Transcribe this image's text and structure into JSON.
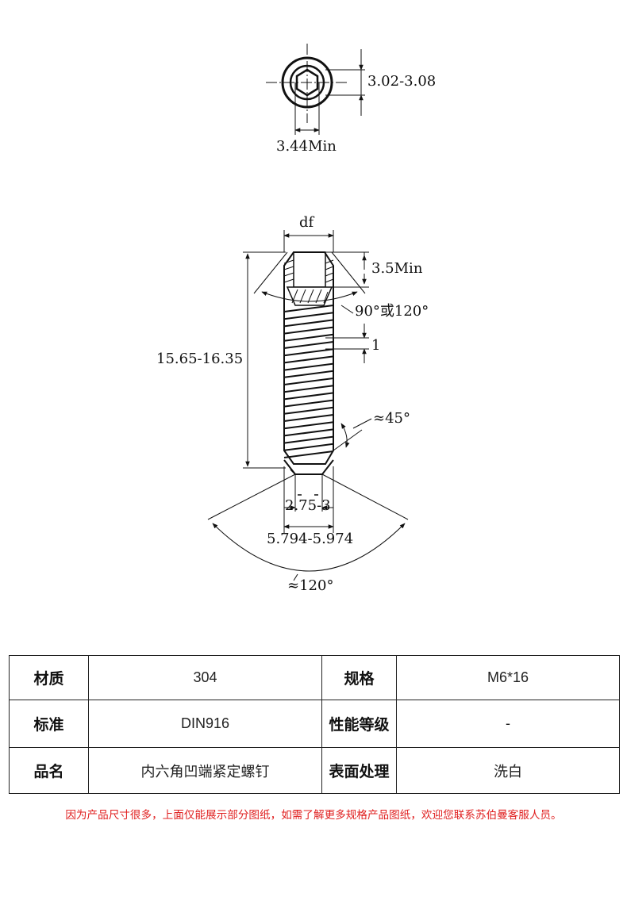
{
  "drawing": {
    "top_view": {
      "width_label": "3.02-3.08",
      "hex_label": "3.44Min"
    },
    "side_view": {
      "df_label": "df",
      "socket_depth_label": "3.5Min",
      "socket_angle_label": "90°或120°",
      "pitch_label": "1",
      "length_label": "15.65-16.35",
      "point_angle_label": "≈45°",
      "cup_inner_label": "2.75-3",
      "cup_outer_label": "5.794-5.974",
      "cup_angle_label": "≈120°"
    }
  },
  "spec_table": {
    "rows": [
      {
        "label1": "材质",
        "value1": "304",
        "label2": "规格",
        "value2": "M6*16"
      },
      {
        "label1": "标准",
        "value1": "DIN916",
        "label2": "性能等级",
        "value2": "-"
      },
      {
        "label1": "品名",
        "value1": "内六角凹端紧定螺钉",
        "label2": "表面处理",
        "value2": "洗白"
      }
    ]
  },
  "notice": "因为产品尺寸很多，上面仅能展示部分图纸，如需了解更多规格产品图纸，欢迎您联系苏伯曼客服人员。"
}
